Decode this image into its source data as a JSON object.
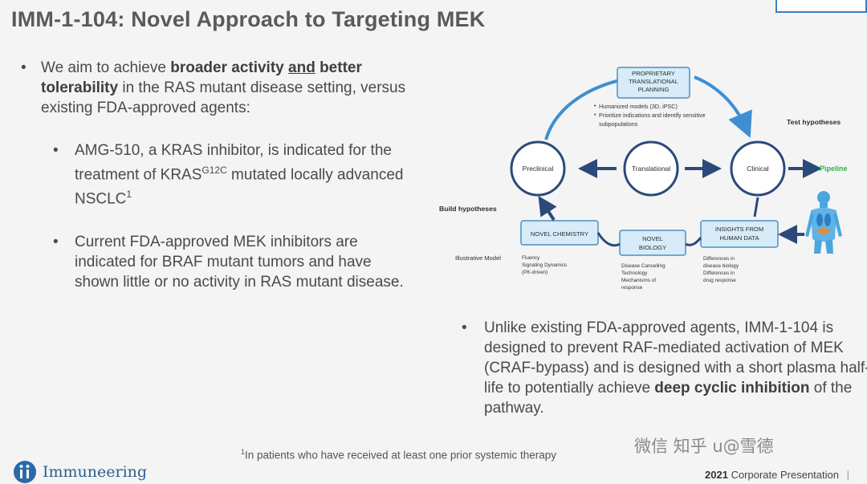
{
  "title": "IMM-1-104: Novel Approach to Targeting MEK",
  "bullet_main": {
    "pre": "We aim to achieve ",
    "bold1": "broader activity",
    "space1": " ",
    "und": "and",
    "space2": " ",
    "bold2": "better tolerability",
    "post": " in the RAS mutant disease setting, versus existing FDA-approved agents:"
  },
  "sub1": {
    "pre": "AMG-510, a KRAS inhibitor, is indicated for the treatment of KRAS",
    "sup": "G12C",
    "mid": " mutated locally advanced NSCLC",
    "ref": "1"
  },
  "sub2": {
    "text": "Current FDA-approved MEK inhibitors are indicated for BRAF mutant tumors and have shown little or no activity in RAS mutant disease."
  },
  "bullet_right": {
    "pre": "Unlike existing FDA-approved agents, IMM-1-104 is designed to prevent RAF-mediated activation of MEK (CRAF-bypass) and is designed with a short plasma half-life to potentially achieve ",
    "bold": "deep cyclic inhibition",
    "post": " of the pathway."
  },
  "bullet_symbol": "•",
  "diagram": {
    "box_planning": [
      "PROPRIETARY",
      "TRANSLATIONAL",
      "PLANNING"
    ],
    "planning_notes": [
      "Humanized models (3D, iPSC)",
      "Prioritize indications and identify sensitive",
      "subpopulations"
    ],
    "circle_preclinical": "Preclinical",
    "circle_translational": "Translational",
    "circle_clinical": "Clinical",
    "test_hypotheses": "Test hypotheses",
    "pipeline": "Pipeline",
    "build_hypotheses": "Build hypotheses",
    "illustrative_model": "Illustrative Model",
    "box_chemistry": "NOVEL CHEMISTRY",
    "chemistry_notes": [
      "Fluency",
      "Signaling Dynamics",
      "(PK-driven)"
    ],
    "box_biology": [
      "NOVEL",
      "BIOLOGY"
    ],
    "biology_notes": [
      "Disease Cancelling",
      "Technology",
      "Mechanisms of",
      "response"
    ],
    "box_insights": [
      "INSIGHTS FROM",
      "HUMAN DATA"
    ],
    "insights_notes": [
      "Differences in",
      "disease biology",
      "Differences in",
      "drug response"
    ]
  },
  "footnote": {
    "sup": "1",
    "text": "In patients who have received at least one prior systemic therapy"
  },
  "company": "Immuneering",
  "presentation": {
    "year": "2021",
    "label": " Corporate Presentation",
    "sep": "|"
  },
  "watermark": "微信 知乎 u@雪德",
  "colors": {
    "accent": "#2b5d8a",
    "box_fill": "#d7ebf8",
    "box_stroke": "#4d8fc2",
    "pipeline": "#2eb34b"
  }
}
